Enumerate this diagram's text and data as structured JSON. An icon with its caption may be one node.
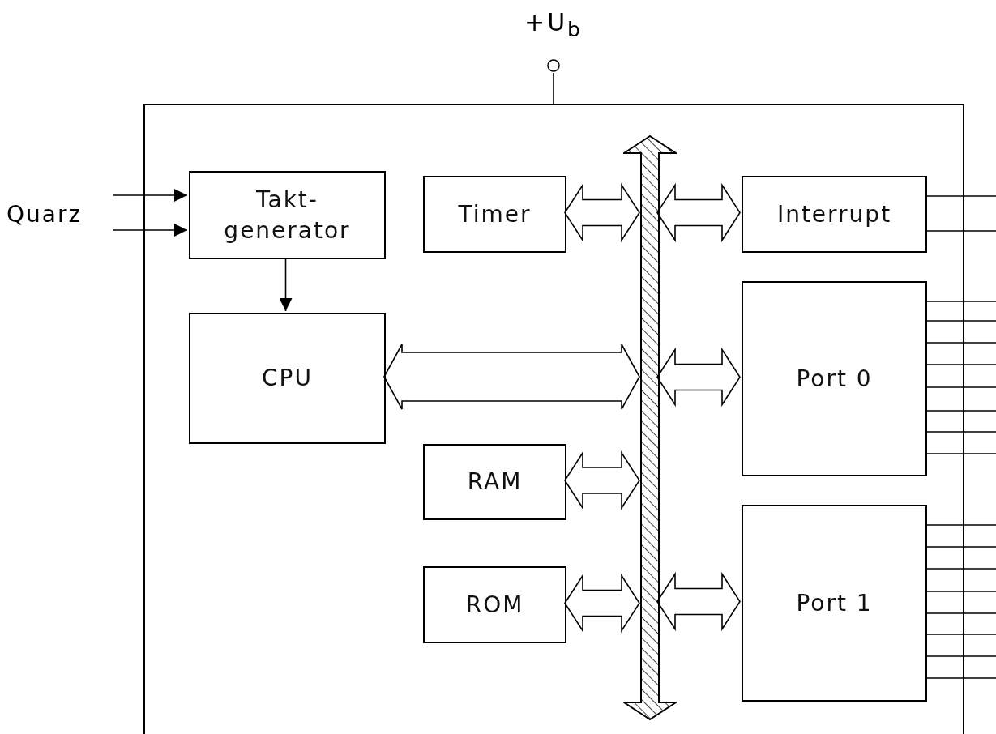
{
  "diagram": {
    "nodes": [
      {
        "text": [],
        "shape": "box"
      },
      {
        "text": [
          "+U$_{b}$"
        ]
      },
      {
        "text": [
          "Quarz"
        ]
      },
      {
        "text": [
          "Takt- generator"
        ],
        "in": 0
      },
      {
        "text": [
          "CPU"
        ],
        "in": 0
      },
      {
        "text": [
          "Timer"
        ],
        "in": 0
      },
      {
        "text": [
          "RAM"
        ],
        "in": 0
      },
      {
        "text": [
          "ROM"
        ],
        "in": 0
      },
      {
        "text": [],
        "shape": "bar",
        "in": 0
      },
      {
        "text": [
          "Interrupt"
        ],
        "in": 0
      },
      {
        "text": [
          "Port 0"
        ],
        "in": 0
      },
      {
        "text": [
          "Port 1"
        ],
        "in": 0
      }
    ],
    "edges": [
      {
        "from": 1,
        "to": 0,
        "arrow": "none"
      },
      {
        "from": 2,
        "to": 3,
        "arrow": "to"
      },
      {
        "from": 2,
        "to": 3,
        "arrow": "to"
      },
      {
        "from": 3,
        "to": 4,
        "arrow": "to"
      },
      {
        "from": 5,
        "to": 8,
        "arrow": "both",
        "style": "thick"
      },
      {
        "from": 4,
        "to": 8,
        "arrow": "both",
        "style": "thick"
      },
      {
        "from": 6,
        "to": 8,
        "arrow": "both",
        "style": "thick"
      },
      {
        "from": 7,
        "to": 8,
        "arrow": "both",
        "style": "thick"
      },
      {
        "from": 8,
        "to": 9,
        "arrow": "both",
        "style": "thick"
      },
      {
        "from": 8,
        "to": 10,
        "arrow": "both",
        "style": "thick"
      },
      {
        "from": 8,
        "to": 11,
        "arrow": "both",
        "style": "thick"
      },
      {
        "from": 9,
        "to": null,
        "arrow": "none"
      },
      {
        "from": 9,
        "to": null,
        "arrow": "none"
      },
      {
        "from": 10,
        "to": null,
        "arrow": "none"
      },
      {
        "from": 10,
        "to": null,
        "arrow": "none"
      },
      {
        "from": 10,
        "to": null,
        "arrow": "none"
      },
      {
        "from": 10,
        "to": null,
        "arrow": "none"
      },
      {
        "from": 10,
        "to": null,
        "arrow": "none"
      },
      {
        "from": 10,
        "to": null,
        "arrow": "none"
      },
      {
        "from": 10,
        "to": null,
        "arrow": "none"
      },
      {
        "from": 10,
        "to": null,
        "arrow": "none"
      },
      {
        "from": 11,
        "to": null,
        "arrow": "none"
      },
      {
        "from": 11,
        "to": null,
        "arrow": "none"
      },
      {
        "from": 11,
        "to": null,
        "arrow": "none"
      },
      {
        "from": 11,
        "to": null,
        "arrow": "none"
      },
      {
        "from": 11,
        "to": null,
        "arrow": "none"
      },
      {
        "from": 11,
        "to": null,
        "arrow": "none"
      },
      {
        "from": 11,
        "to": null,
        "arrow": "none"
      },
      {
        "from": 11,
        "to": null,
        "arrow": "none"
      }
    ]
  }
}
